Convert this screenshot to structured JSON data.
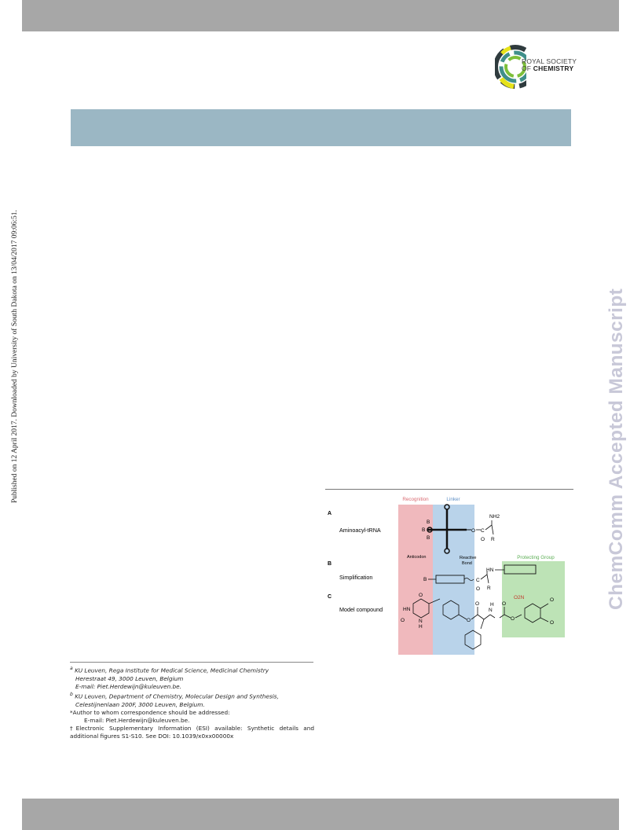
{
  "journal": {
    "logo_line1": "ROYAL SOCIETY",
    "logo_line2": "OF",
    "logo_line3": "CHEMISTRY",
    "watermark": "ChemComm Accepted Manuscript"
  },
  "sidebar": {
    "published": "Published on 12 April 2017. Downloaded by University of South Dakota on 13/04/2017 09:06:51."
  },
  "figure": {
    "col_recognition": "Recognition",
    "col_linker": "Linker",
    "protecting_group": "Protecting Group",
    "panel_a_letter": "A",
    "panel_a_label": "Aminoacyl-tRNA",
    "panel_b_letter": "B",
    "panel_b_label": "Simplification",
    "panel_c_letter": "C",
    "panel_c_label": "Model compound",
    "anticodon": "Anticodon",
    "reactive_bond_1": "Reactive",
    "reactive_bond_2": "Bond",
    "atom_b": "B",
    "atom_nh2": "NH2",
    "atom_o": "O",
    "atom_c": "C",
    "atom_r": "R",
    "atom_hn": "HN",
    "atom_no2": "O2N",
    "atom_n": "N",
    "atom_h": "H"
  },
  "footnotes": {
    "a_marker": "a",
    "a_line1": "KU Leuven, Rega Institute for Medical Science, Medicinal Chemistry",
    "a_line2": "Herestraat 49, 3000 Leuven, Belgium",
    "a_line3": "E-mail: Piet.Herdewijn@kuleuven.be.",
    "b_marker": "b",
    "b_line1": "KU Leuven, Department of Chemistry, Molecular Design and Synthesis,",
    "b_line2": "Celestijnenlaan 200F, 3000 Leuven, Belgium.",
    "corr_line1": "*Author to whom correspondence should be addressed:",
    "corr_line2": "E-mail: Piet.Herdewijn@kuleuven.be.",
    "esi": "†Electronic Supplementary Information (ESI) available: Synthetic details and additional figures S1-S10. See DOI: 10.1039/x0xx00000x"
  }
}
